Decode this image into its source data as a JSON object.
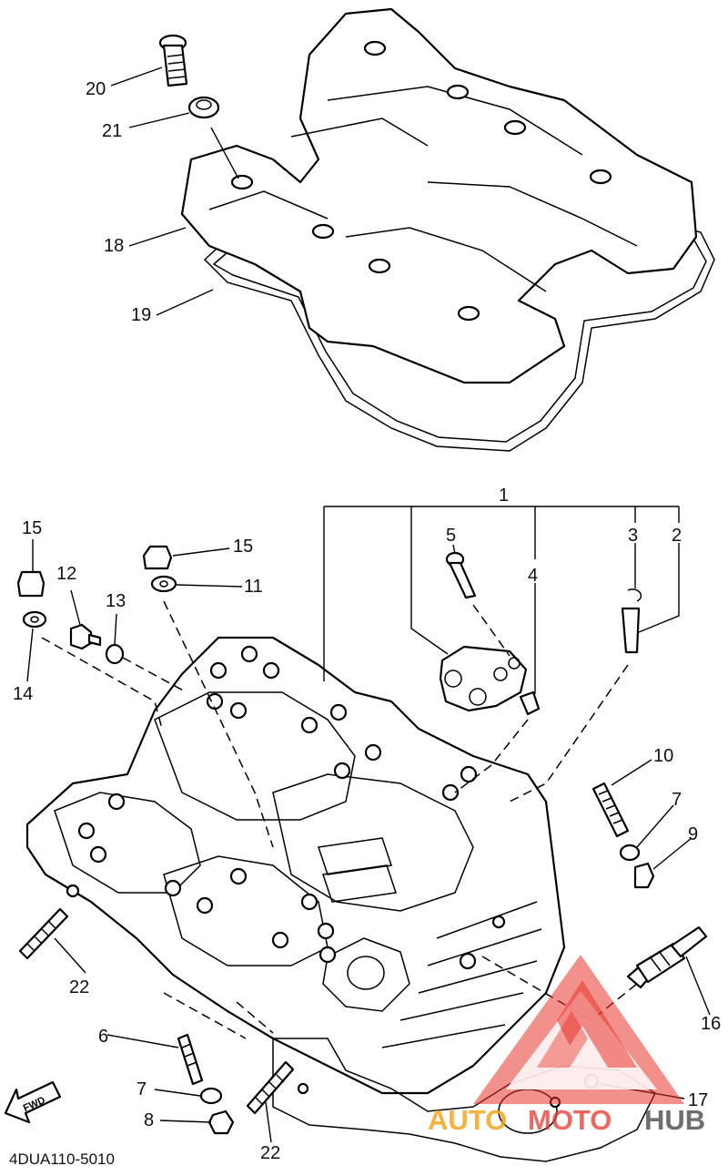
{
  "diagram_code": "4DUA110-5010",
  "fwd_label": "FWD",
  "watermark": {
    "text_auto": "AUTO",
    "text_moto": "MOTO",
    "text_hub": "HUB",
    "color_red": "#e8342c",
    "color_orange": "#f4a51c",
    "color_gray": "#555555"
  },
  "callouts": {
    "c1": "1",
    "c2": "2",
    "c3": "3",
    "c4": "4",
    "c5": "5",
    "c6": "6",
    "c7a": "7",
    "c7b": "7",
    "c8": "8",
    "c9": "9",
    "c10": "10",
    "c11": "11",
    "c12": "12",
    "c13": "13",
    "c14": "14",
    "c15a": "15",
    "c15b": "15",
    "c16": "16",
    "c17": "17",
    "c18": "18",
    "c19": "19",
    "c20": "20",
    "c21": "21",
    "c22a": "22",
    "c22b": "22"
  }
}
